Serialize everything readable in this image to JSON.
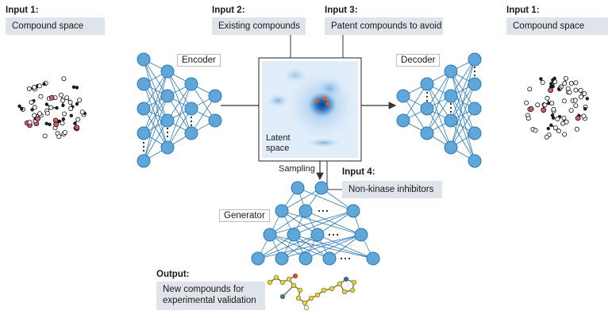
{
  "input1_left": {
    "heading": "Input 1:",
    "box": "Compound space"
  },
  "input2": {
    "heading": "Input 2:",
    "box": "Existing compounds"
  },
  "input3": {
    "heading": "Input 3:",
    "box": "Patent compounds to avoid"
  },
  "input1_right": {
    "heading": "Input 1:",
    "box": "Compound space"
  },
  "input4": {
    "heading": "Input 4:",
    "box": "Non-kinase inhibitors"
  },
  "output": {
    "heading": "Output:",
    "box_line1": "New compounds for",
    "box_line2": "experimental validation"
  },
  "labels": {
    "encoder": "Encoder",
    "decoder": "Decoder",
    "generator": "Generator",
    "latent_line1": "Latent",
    "latent_line2": "space",
    "sampling": "Sampling"
  },
  "colors": {
    "node_fill": "#5fa6d9",
    "node_stroke": "#2f79b5",
    "edge": "#2f79b5",
    "box_fill": "#dfe3ea",
    "latent_bg": "#dcebf8",
    "latent_core": "#1a4f9a"
  }
}
